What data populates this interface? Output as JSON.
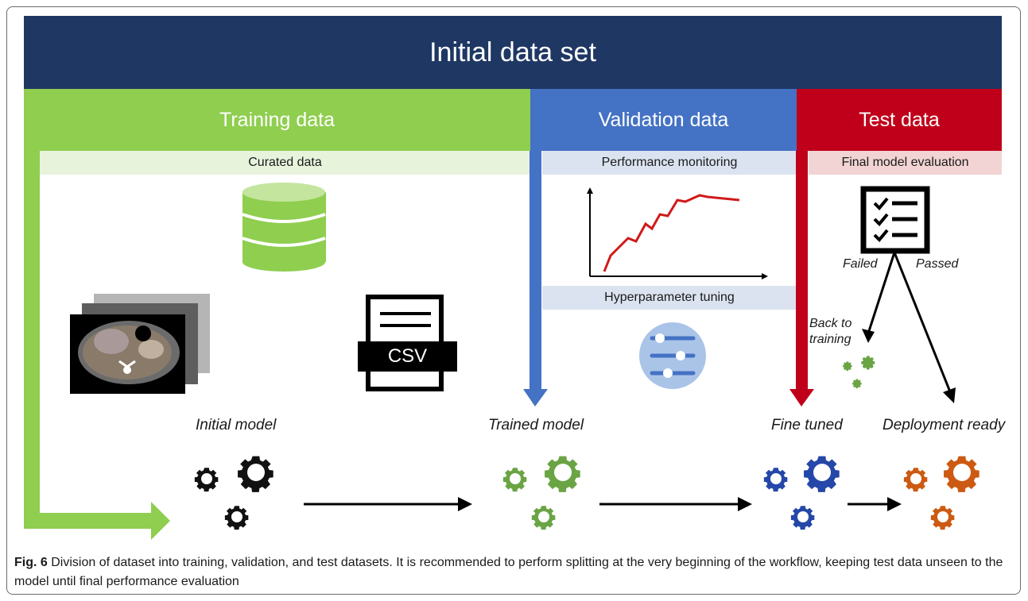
{
  "title": "Initial data set",
  "sections": {
    "training": {
      "label": "Training data",
      "sublabel": "Curated data",
      "color": "#8fce4f",
      "light": "#e8f3dc"
    },
    "validation": {
      "label": "Validation data",
      "sublabel": "Performance monitoring",
      "sublabel2": "Hyperparameter tuning",
      "color": "#4472c4",
      "light": "#dbe3f0"
    },
    "test": {
      "label": "Test data",
      "sublabel": "Final model evaluation",
      "color": "#c0001a",
      "light": "#f2d4d4"
    }
  },
  "icons": {
    "database": "database-icon",
    "ct": "ct-scan-stack-icon",
    "csv": "csv-file-icon",
    "chart": "performance-chart-icon",
    "sliders": "sliders-icon",
    "checklist": "checklist-icon"
  },
  "csv_text": "CSV",
  "evaluation": {
    "failed": "Failed",
    "passed": "Passed",
    "back": "Back to training"
  },
  "models": {
    "initial": {
      "label": "Initial model",
      "color": "#111111"
    },
    "trained": {
      "label": "Trained model",
      "color": "#6aa444"
    },
    "fine": {
      "label": "Fine tuned",
      "color": "#2447a8"
    },
    "deploy": {
      "label": "Deployment ready",
      "color": "#cc5a12"
    }
  },
  "colors": {
    "header": "#1f3763"
  },
  "caption": {
    "figure": "Fig. 6",
    "text": "Division of dataset into training, validation, and test datasets. It is recommended to perform splitting at the very beginning of the workflow, keeping test data unseen to the model until final performance evaluation"
  }
}
